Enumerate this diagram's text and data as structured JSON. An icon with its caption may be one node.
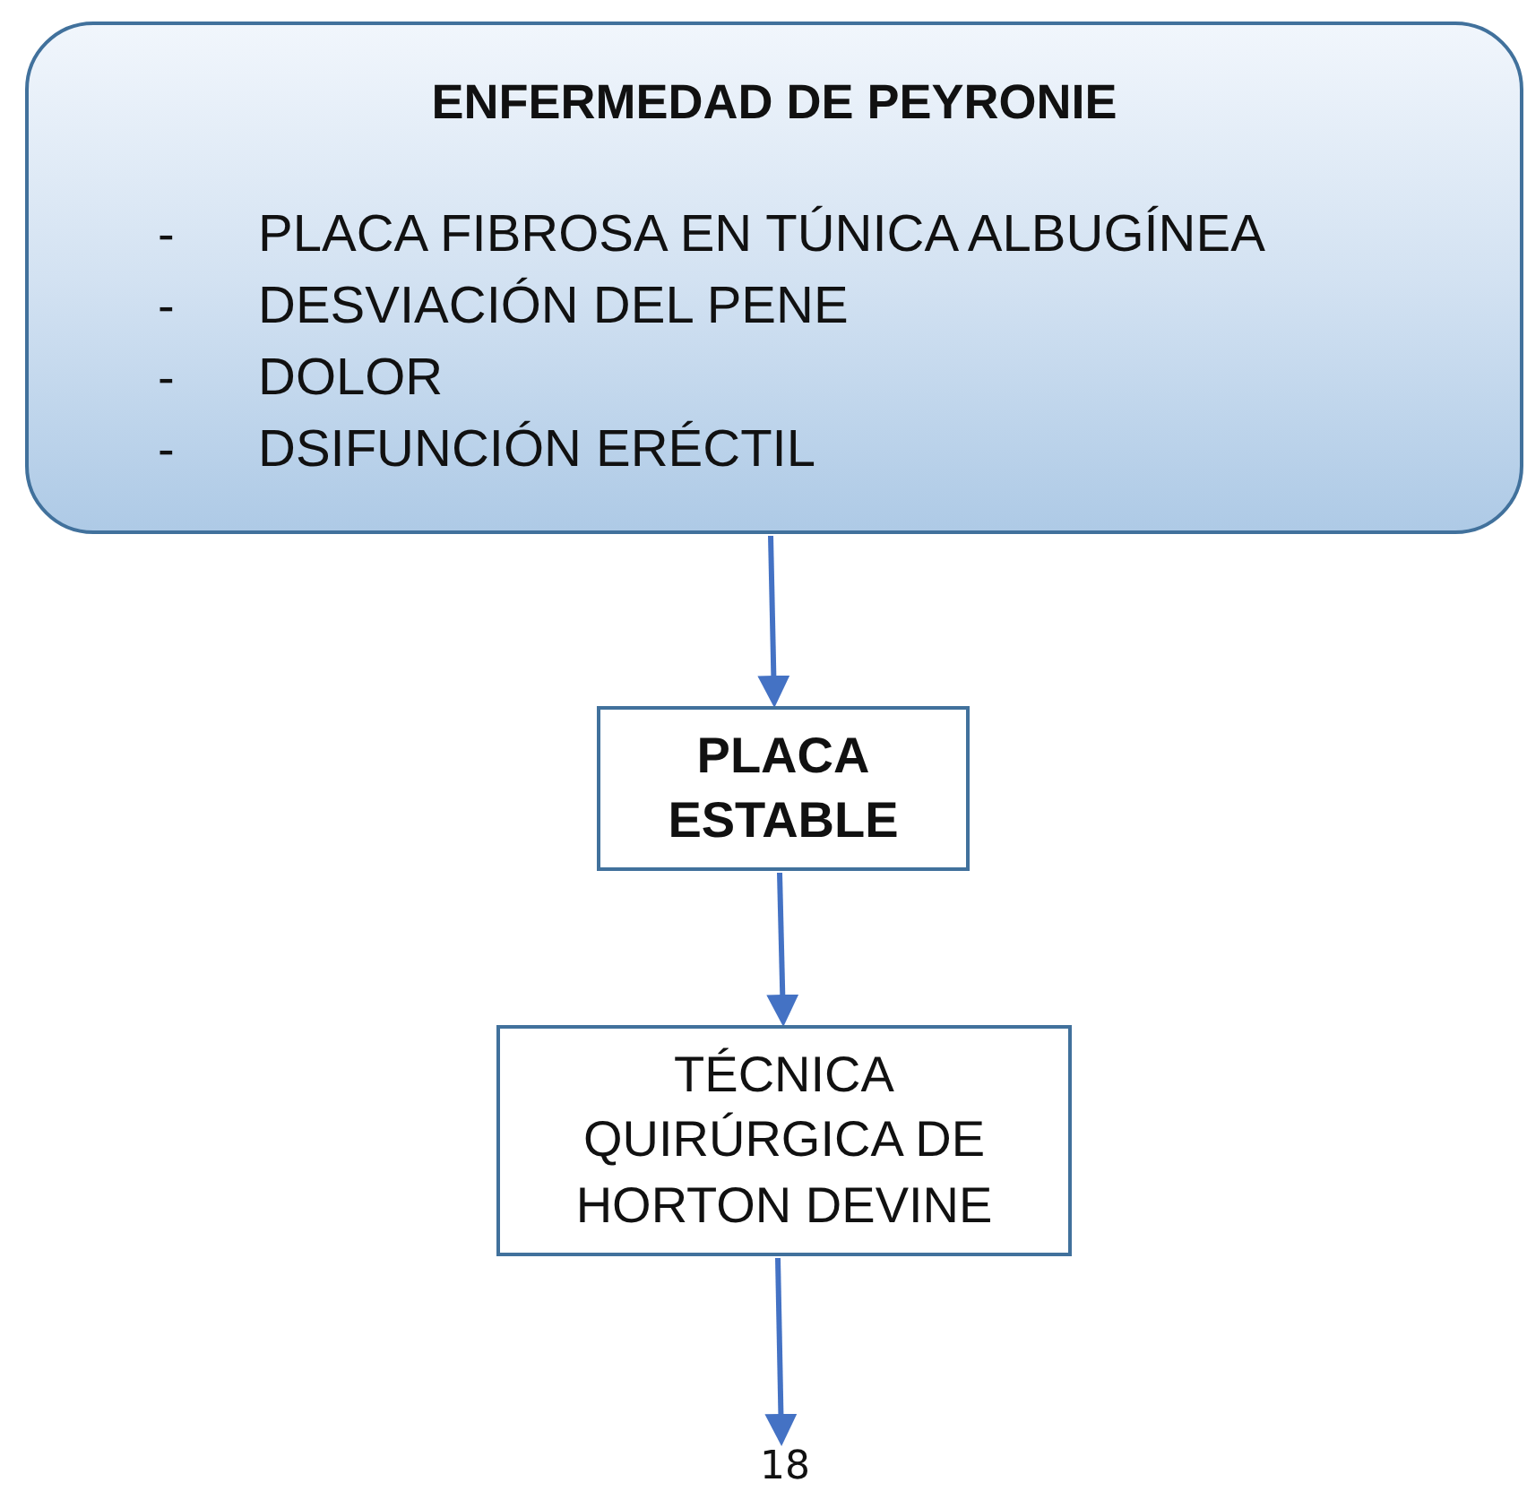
{
  "diagram": {
    "nodes": [
      {
        "text": [
          "ENFERMEDAD DE PEYRONIE",
          "-",
          "PLACA FIBROSA EN TÚNICA ALBUGÍNEA",
          "-",
          "DESVIACIÓN DEL PENE",
          "-",
          "DOLOR",
          "-",
          "DSIFUNCIÓN ERÉCTIL"
        ]
      },
      {
        "text": [
          "PLACA ESTABLE"
        ]
      },
      {
        "text": [
          "TÉCNICA QUIRÚRGICA DE HORTON DEVINE"
        ]
      },
      {
        "text": [
          "18"
        ]
      }
    ],
    "edges": [
      {
        "from": 0,
        "to": 1,
        "arrow": "to"
      },
      {
        "from": 1,
        "to": 2,
        "arrow": "to"
      },
      {
        "from": 2,
        "to": 3,
        "arrow": "to"
      }
    ]
  }
}
